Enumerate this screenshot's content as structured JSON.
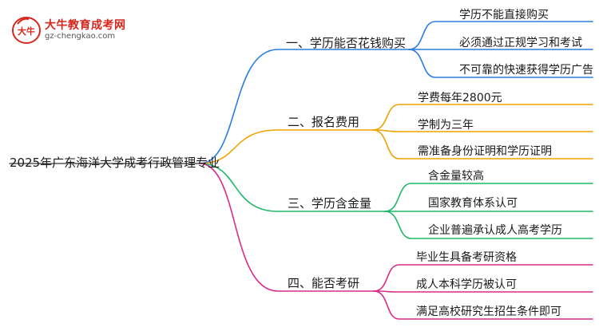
{
  "logo": {
    "name": "大牛教育成考网",
    "url": "gz-chengkao.com",
    "mark_text": "大牛"
  },
  "root": "2025年广东海洋大学成考行政管理专业",
  "colors": {
    "branch1": "#2a7de1",
    "branch2": "#f0a400",
    "branch3": "#1fb86a",
    "branch4": "#d92c8a"
  },
  "branches": [
    {
      "label": "一、学历能否花钱购买",
      "children": [
        "学历不能直接购买",
        "必须通过正规学习和考试",
        "不可靠的快速获得学历广告"
      ]
    },
    {
      "label": "二、报名费用",
      "children": [
        "学费每年2800元",
        "学制为三年",
        "需准备身份证明和学历证明"
      ]
    },
    {
      "label": "三、学历含金量",
      "children": [
        "含金量较高",
        "国家教育体系认可",
        "企业普遍承认成人高考学历"
      ]
    },
    {
      "label": "四、能否考研",
      "children": [
        "毕业生具备考研资格",
        "成人本科学历被认可",
        "满足高校研究生招生条件即可"
      ]
    }
  ]
}
